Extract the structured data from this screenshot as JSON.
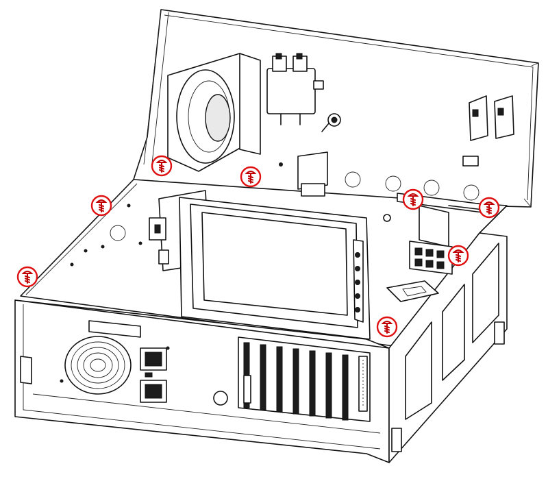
{
  "diagram": {
    "marker_color": "#e01010",
    "line_color": "#111111",
    "background": "#ffffff",
    "screw_markers": [
      {
        "id": "screw-1"
      },
      {
        "id": "screw-2"
      },
      {
        "id": "screw-3"
      },
      {
        "id": "screw-4"
      },
      {
        "id": "screw-5"
      },
      {
        "id": "screw-6"
      },
      {
        "id": "screw-7"
      },
      {
        "id": "screw-8"
      },
      {
        "id": "screw-9"
      }
    ],
    "screw_icon": "screw-icon"
  }
}
